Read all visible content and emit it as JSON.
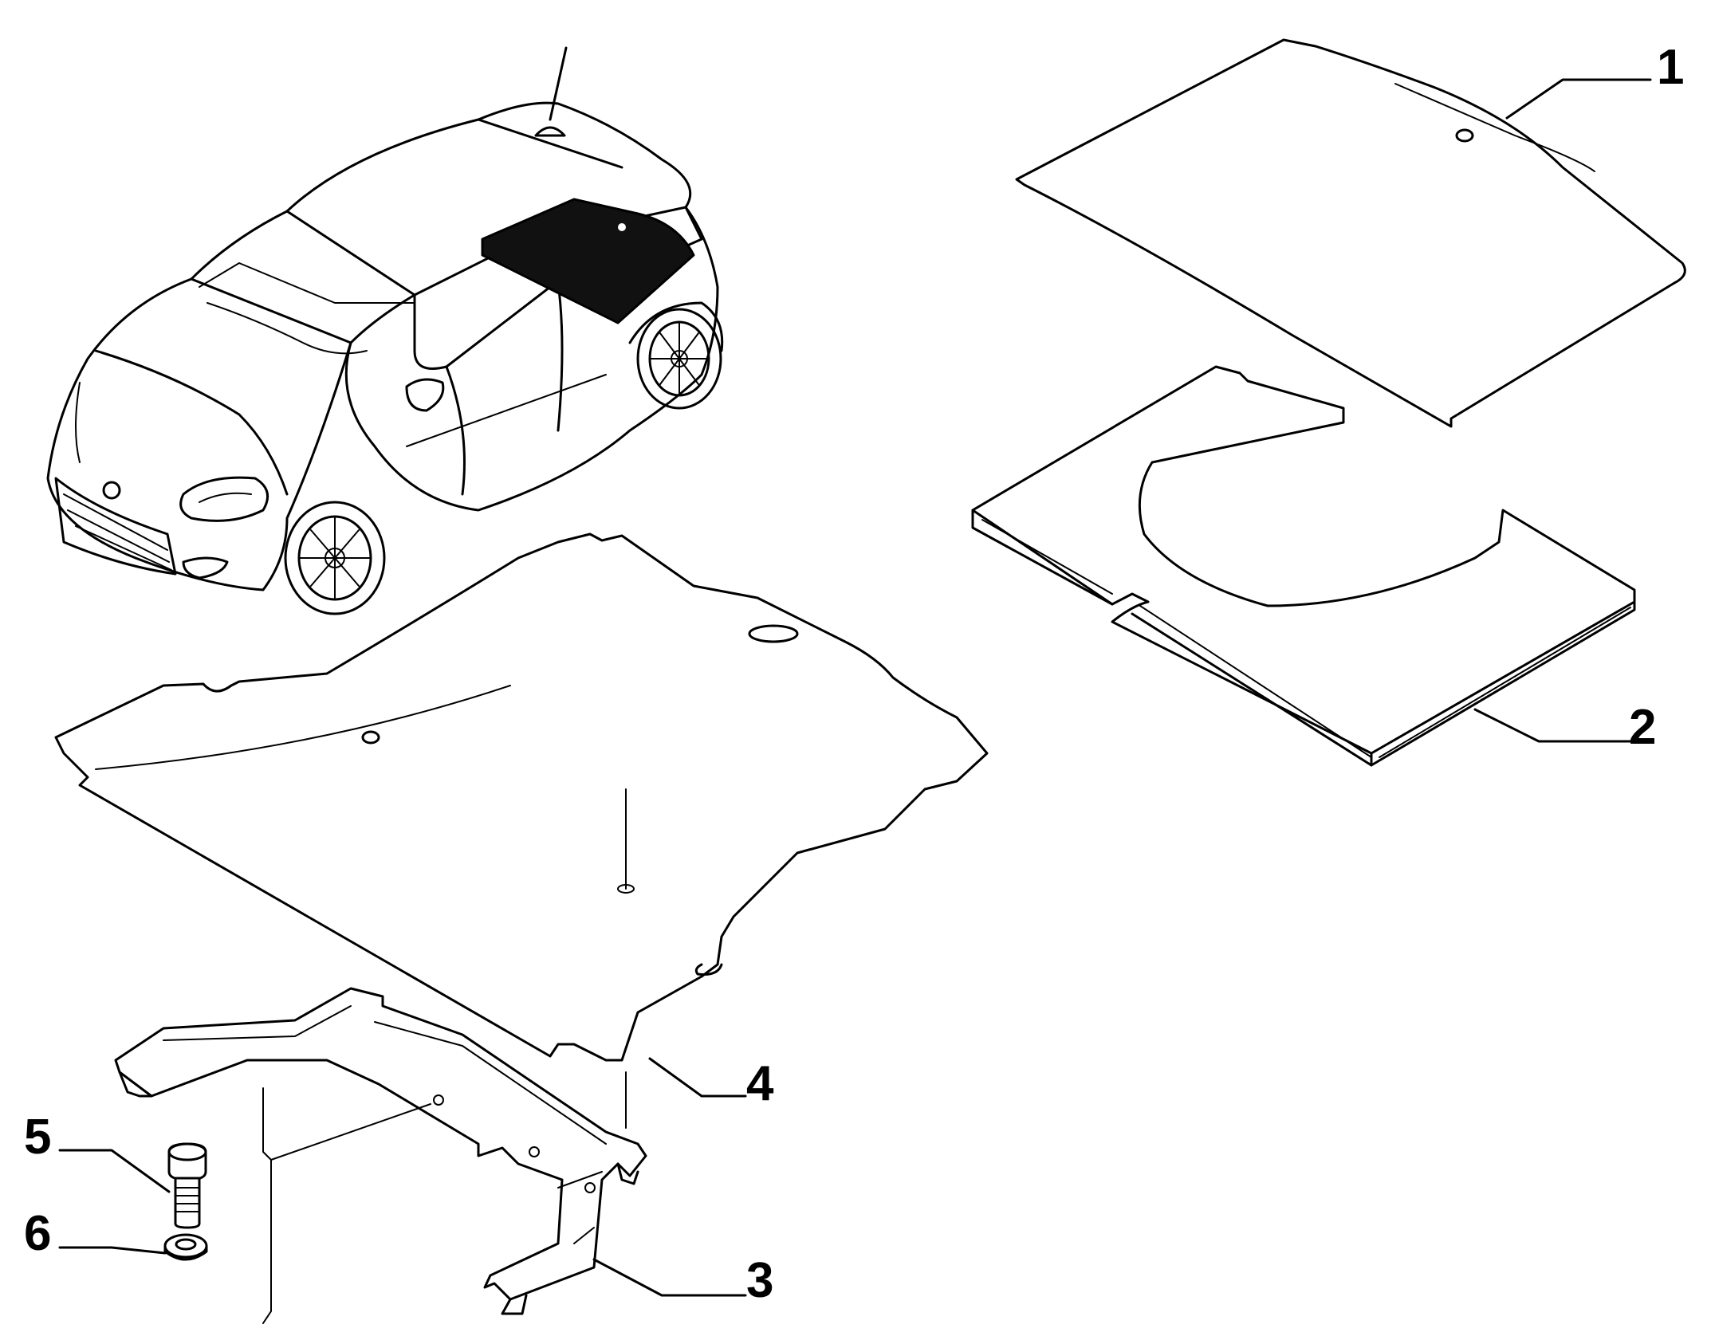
{
  "callouts": [
    {
      "id": "1",
      "label": "1"
    },
    {
      "id": "2",
      "label": "2"
    },
    {
      "id": "3",
      "label": "3"
    },
    {
      "id": "4",
      "label": "4"
    },
    {
      "id": "5",
      "label": "5"
    },
    {
      "id": "6",
      "label": "6"
    }
  ],
  "colors": {
    "line": "#000000",
    "background": "#ffffff",
    "dark_fill": "#111111"
  }
}
